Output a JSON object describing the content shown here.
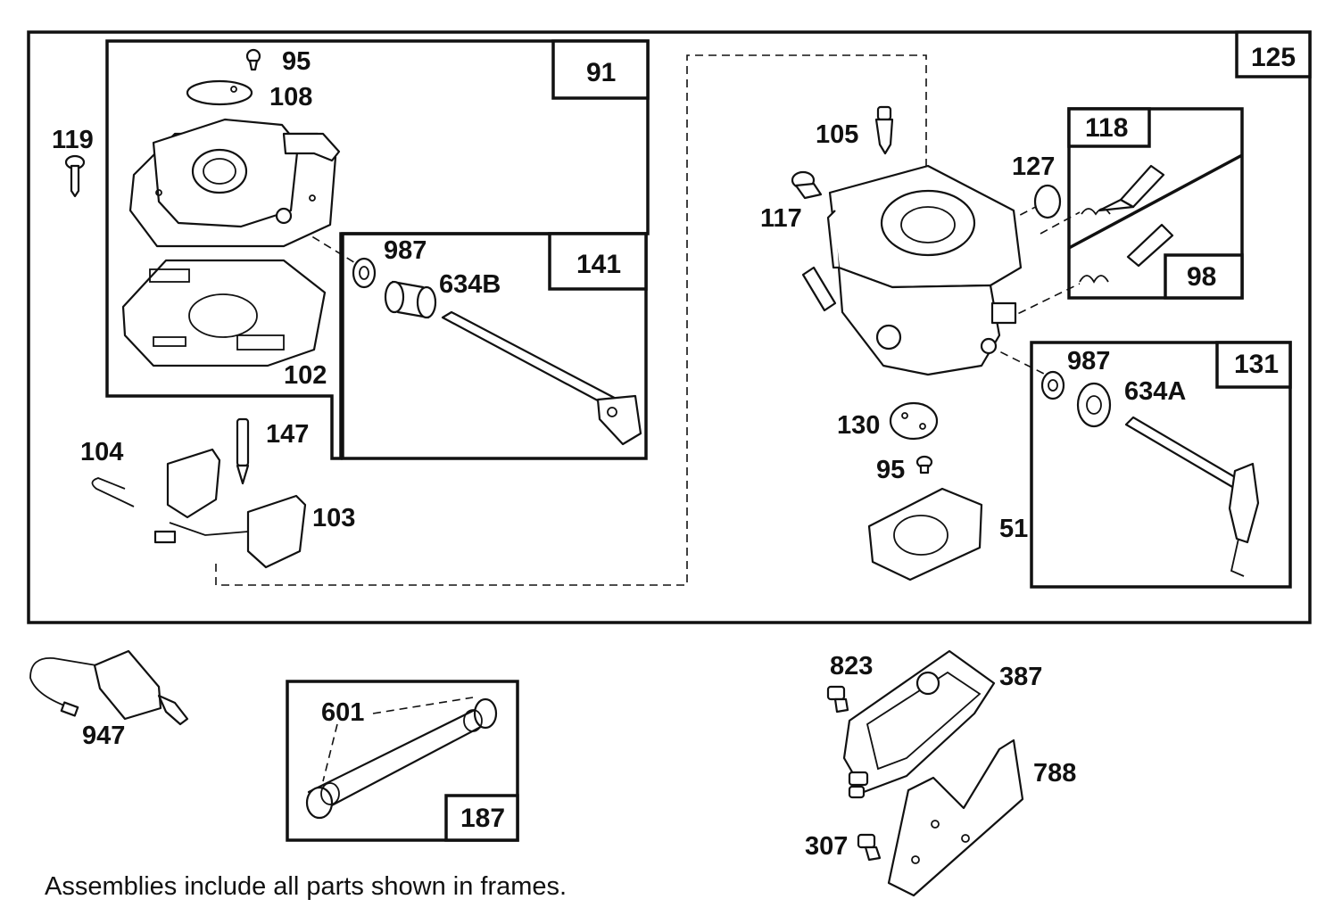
{
  "parts": {
    "p95a": "95",
    "p108": "108",
    "p119": "119",
    "p102": "102",
    "p987a": "987",
    "p634b": "634B",
    "p147": "147",
    "p104": "104",
    "p103": "103",
    "p105": "105",
    "p127": "127",
    "p117": "117",
    "p130": "130",
    "p95b": "95",
    "p51": "51",
    "p987b": "987",
    "p634a": "634A",
    "p947": "947",
    "p601": "601",
    "p823": "823",
    "p387": "387",
    "p788": "788",
    "p307": "307"
  },
  "frames": {
    "f125": "125",
    "f91": "91",
    "f141": "141",
    "f118": "118",
    "f98": "98",
    "f131": "131",
    "f187": "187"
  },
  "caption": "Assemblies include all parts shown in frames."
}
